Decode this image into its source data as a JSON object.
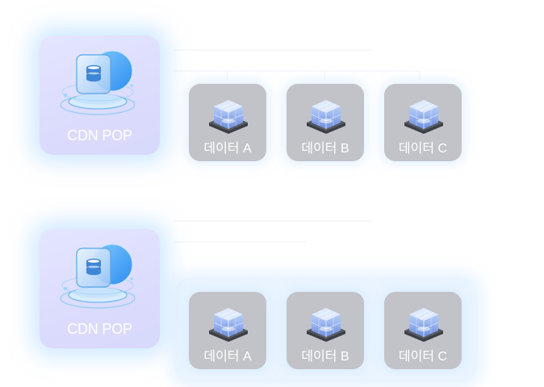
{
  "diagram": {
    "pop_label": "CDN POP",
    "top_row": {
      "items": [
        {
          "label": "데이터 A"
        },
        {
          "label": "데이터 B"
        },
        {
          "label": "데이터 C"
        }
      ]
    },
    "bottom_row": {
      "items": [
        {
          "label": "데이터 A"
        },
        {
          "label": "데이터 B"
        },
        {
          "label": "데이터 C"
        }
      ]
    }
  },
  "colors": {
    "pop_card": "#dcdcfd",
    "pop_glow": "#aad7ff",
    "data_card": "#c2c3c8",
    "highlight": "#e8f3ff",
    "label_text": "#ffffff"
  },
  "icons": {
    "pop": "database-orb-icon",
    "data": "data-cube-icon"
  }
}
